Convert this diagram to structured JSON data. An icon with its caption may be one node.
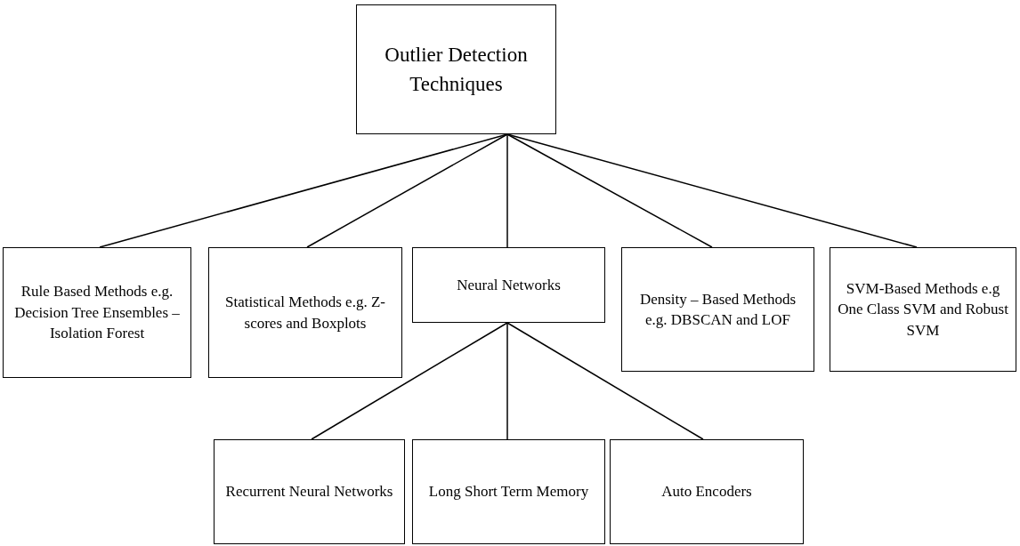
{
  "diagram": {
    "nodes": [
      {
        "text": [
          "Outlier Detection Techniques"
        ]
      },
      {
        "text": [
          "Rule Based Methods e.g. Decision Tree Ensembles – Isolation Forest"
        ]
      },
      {
        "text": [
          "Statistical Methods e.g. Z-scores and Boxplots"
        ]
      },
      {
        "text": [
          "Neural Networks"
        ]
      },
      {
        "text": [
          "Density – Based Methods e.g. DBSCAN and LOF"
        ]
      },
      {
        "text": [
          "SVM-Based Methods e.g One Class SVM and Robust SVM"
        ]
      },
      {
        "text": [
          "Recurrent Neural Networks"
        ]
      },
      {
        "text": [
          "Long Short Term Memory"
        ]
      },
      {
        "text": [
          "Auto Encoders"
        ]
      }
    ],
    "edges": [
      {
        "from": 0,
        "to": 1,
        "arrow": "none"
      },
      {
        "from": 0,
        "to": 2,
        "arrow": "none"
      },
      {
        "from": 0,
        "to": 3,
        "arrow": "none"
      },
      {
        "from": 0,
        "to": 4,
        "arrow": "none"
      },
      {
        "from": 0,
        "to": 5,
        "arrow": "none"
      },
      {
        "from": 3,
        "to": 6,
        "arrow": "none"
      },
      {
        "from": 3,
        "to": 7,
        "arrow": "none"
      },
      {
        "from": 3,
        "to": 8,
        "arrow": "none"
      }
    ]
  }
}
